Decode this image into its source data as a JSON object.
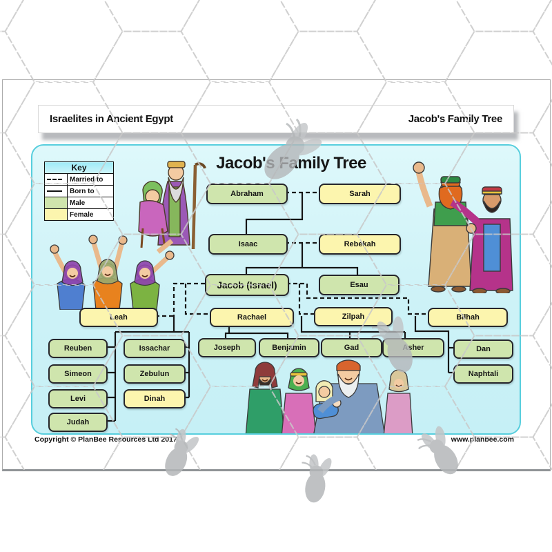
{
  "header": {
    "left_title": "Israelites in Ancient Egypt",
    "right_title": "Jacob's Family Tree"
  },
  "footer": {
    "copyright": "Copyright © PlanBee Resources Ltd 2017",
    "website": "www.planbee.com"
  },
  "diagram": {
    "title": "Jacob's Family Tree",
    "key": {
      "title": "Key",
      "rows": [
        {
          "symbol": "dashed-line",
          "label": "Married to"
        },
        {
          "symbol": "solid-line",
          "label": "Born to"
        },
        {
          "symbol": "male-color-swatch",
          "label": "Male"
        },
        {
          "symbol": "female-color-swatch",
          "label": "Female"
        }
      ]
    },
    "legend_colors": {
      "male": "#cfe5ad",
      "female": "#fcf5ae",
      "panel_background": "#cdf2f7",
      "panel_border": "#57cedd",
      "connector": "#151515"
    },
    "people": [
      {
        "name": "Abraham",
        "gender": "male"
      },
      {
        "name": "Sarah",
        "gender": "female"
      },
      {
        "name": "Isaac",
        "gender": "male"
      },
      {
        "name": "Rebekah",
        "gender": "female"
      },
      {
        "name": "Jacob (Israel)",
        "gender": "male"
      },
      {
        "name": "Esau",
        "gender": "male"
      },
      {
        "name": "Leah",
        "gender": "female"
      },
      {
        "name": "Rachael",
        "gender": "female"
      },
      {
        "name": "Zilpah",
        "gender": "female"
      },
      {
        "name": "Bilhah",
        "gender": "female"
      },
      {
        "name": "Reuben",
        "gender": "male"
      },
      {
        "name": "Issachar",
        "gender": "male"
      },
      {
        "name": "Simeon",
        "gender": "male"
      },
      {
        "name": "Zebulun",
        "gender": "male"
      },
      {
        "name": "Levi",
        "gender": "male"
      },
      {
        "name": "Dinah",
        "gender": "female"
      },
      {
        "name": "Judah",
        "gender": "male"
      },
      {
        "name": "Joseph",
        "gender": "male"
      },
      {
        "name": "Benjamin",
        "gender": "male"
      },
      {
        "name": "Gad",
        "gender": "male"
      },
      {
        "name": "Asher",
        "gender": "male"
      },
      {
        "name": "Dan",
        "gender": "male"
      },
      {
        "name": "Naphtali",
        "gender": "male"
      }
    ],
    "illustrations": [
      "abraham-with-staff-and-seated-sarah",
      "jacob-and-esau-embracing",
      "cheering-women",
      "jacob-holding-baby-with-family"
    ],
    "watermark": {
      "pattern": "dashed-hexagons",
      "motif": "planbee-bee"
    }
  }
}
